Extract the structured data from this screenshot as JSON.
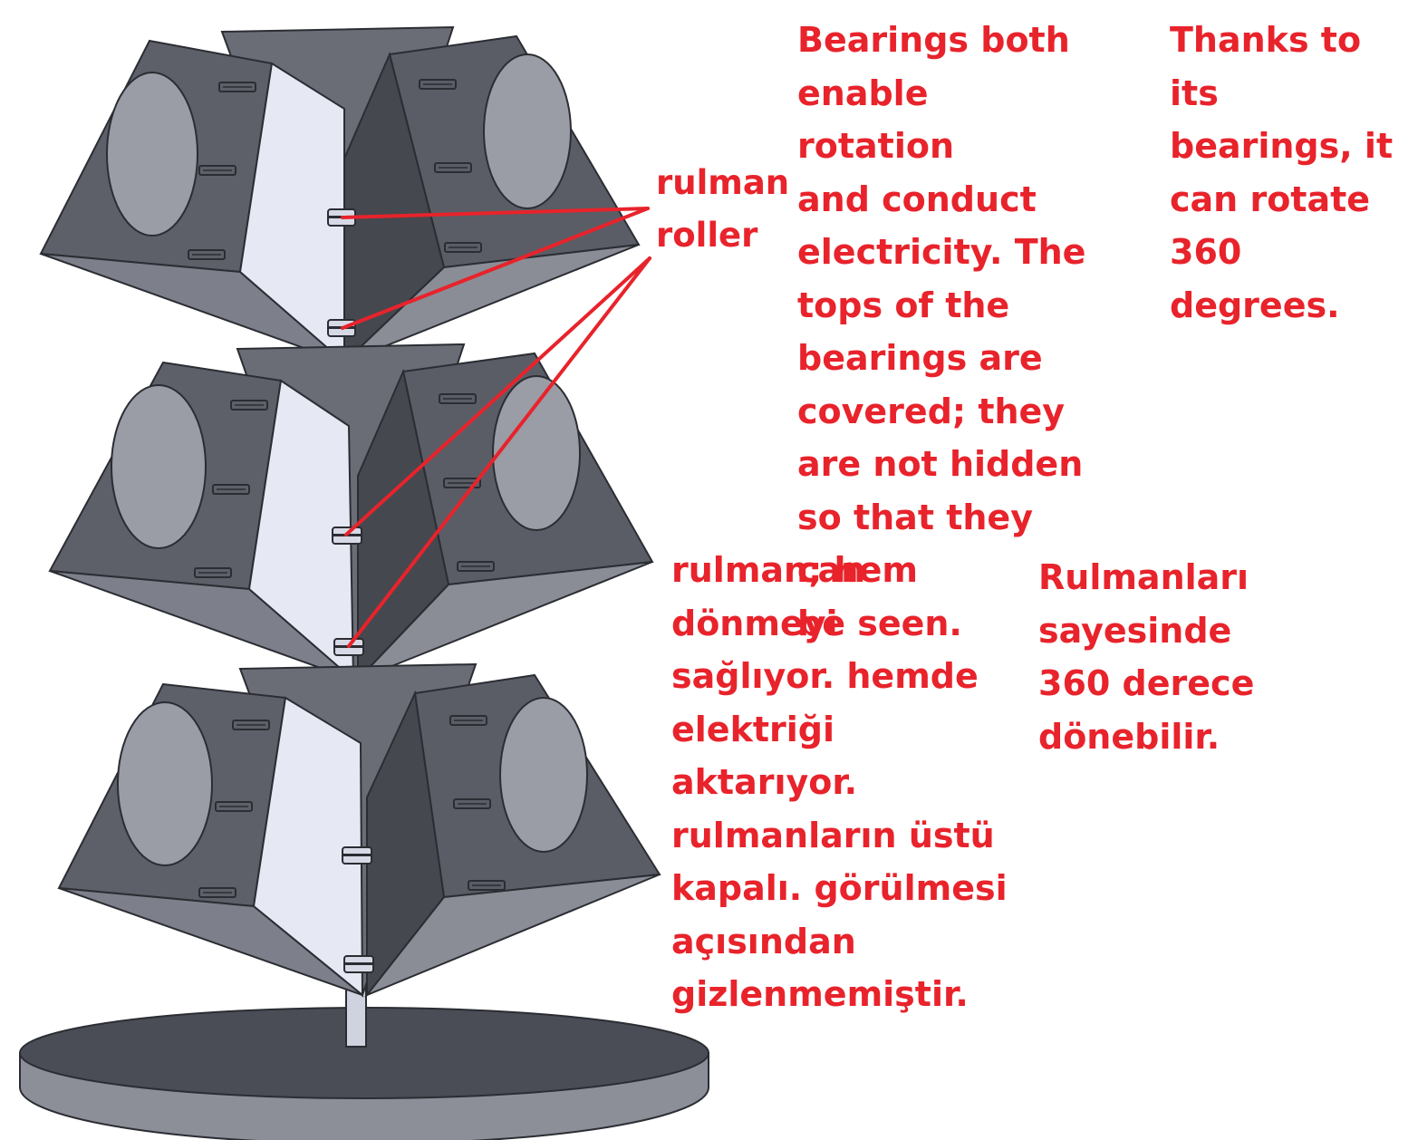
{
  "colors": {
    "annotation": "#e8232b",
    "label": "#e8232b",
    "pointer": "#e8232b",
    "body_dark": "#5d6068",
    "body_light": "#e6e8f4",
    "body_mid": "#8f929b"
  },
  "labels": {
    "rulman": "rulman",
    "roller": "roller"
  },
  "notes": {
    "english_main": "Bearings both\nenable rotation\nand conduct\nelectricity. The\ntops of the\nbearings are\ncovered; they\nare not hidden\nso that they can\nbe seen.",
    "english_side": "Thanks to its\nbearings, it\ncan rotate\n360 degrees.",
    "turkish_main": "rulman; hem\ndönmeyi\nsağlıyor. hemde\nelektriği\naktarıyor.\nrulmanların üstü\nkapalı. görülmesi\naçısından\ngizlenmemiştir.",
    "turkish_side": "Rulmanları\nsayesinde\n360 derece\ndönebilir."
  }
}
